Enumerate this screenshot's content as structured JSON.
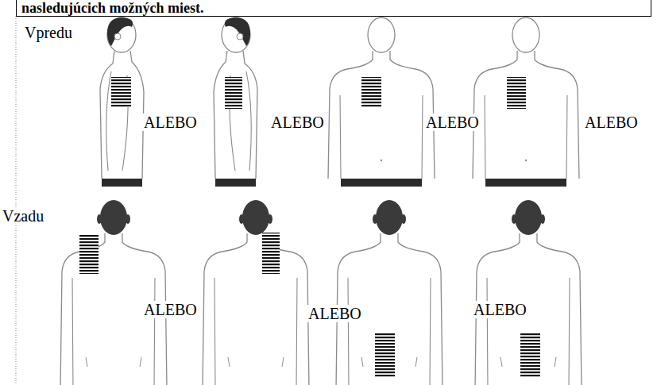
{
  "diagram": {
    "nodes": [
      {
        "text": [
          "nasledujúcich možných miest."
        ]
      }
    ],
    "labels": [
      "Vpredu",
      "ALEBO",
      "ALEBO",
      "ALEBO",
      "ALEBO",
      "Vzadu",
      "ALEBO",
      "ALEBO",
      "ALEBO"
    ]
  }
}
